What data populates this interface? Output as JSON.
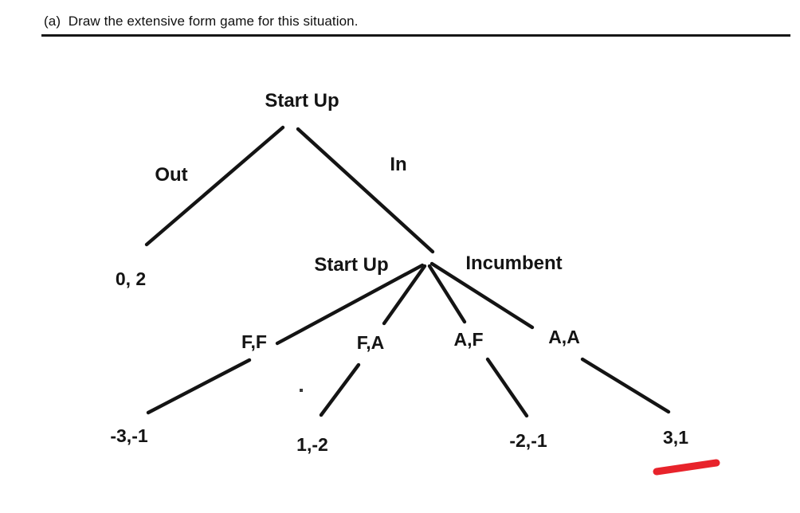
{
  "page": {
    "prompt": "(a)  Draw the extensive form game for this situation."
  },
  "tree": {
    "root_label": "Start Up",
    "level1": [
      {
        "label": "Out",
        "payoff": "0, 2"
      },
      {
        "label": "In"
      }
    ],
    "node2_left": "Start Up",
    "node2_right": "Incumbent",
    "level2": [
      {
        "label": "F,F",
        "payoff": "-3,-1"
      },
      {
        "label": "F,A",
        "payoff": "1,-2"
      },
      {
        "label": "A,F",
        "payoff": "-2,-1"
      },
      {
        "label": "A,A",
        "payoff": "3,1"
      }
    ],
    "colors": {
      "line": "#141414",
      "text": "#141414",
      "highlight_red": "#e8232b"
    }
  }
}
